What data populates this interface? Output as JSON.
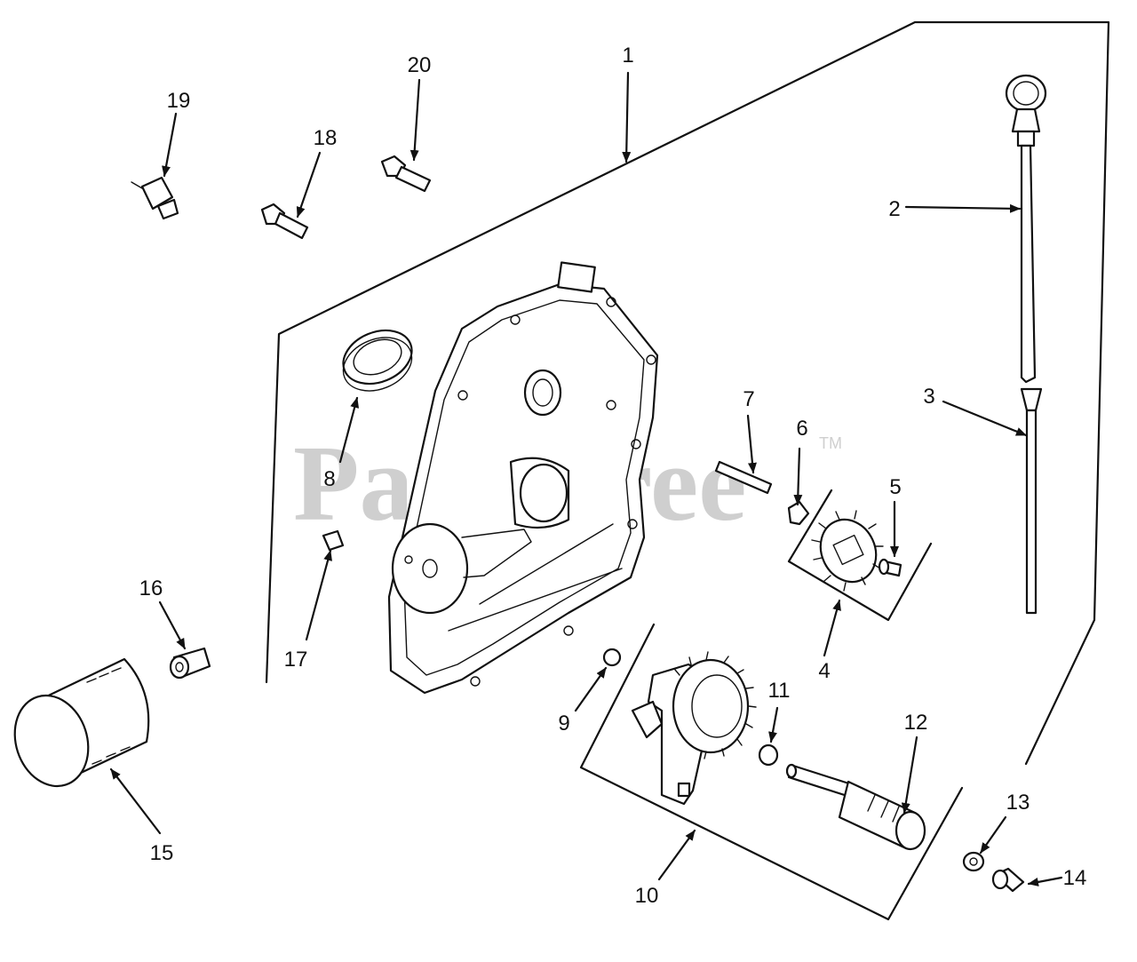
{
  "watermark": {
    "text": "PartsTree",
    "trademark": "TM"
  },
  "callouts": [
    "1",
    "2",
    "3",
    "4",
    "5",
    "6",
    "7",
    "8",
    "9",
    "10",
    "11",
    "12",
    "13",
    "14",
    "15",
    "16",
    "17",
    "18",
    "19",
    "20"
  ],
  "colors": {
    "ink": "#111111",
    "watermark": "#cfcfcf",
    "background": "#ffffff"
  }
}
